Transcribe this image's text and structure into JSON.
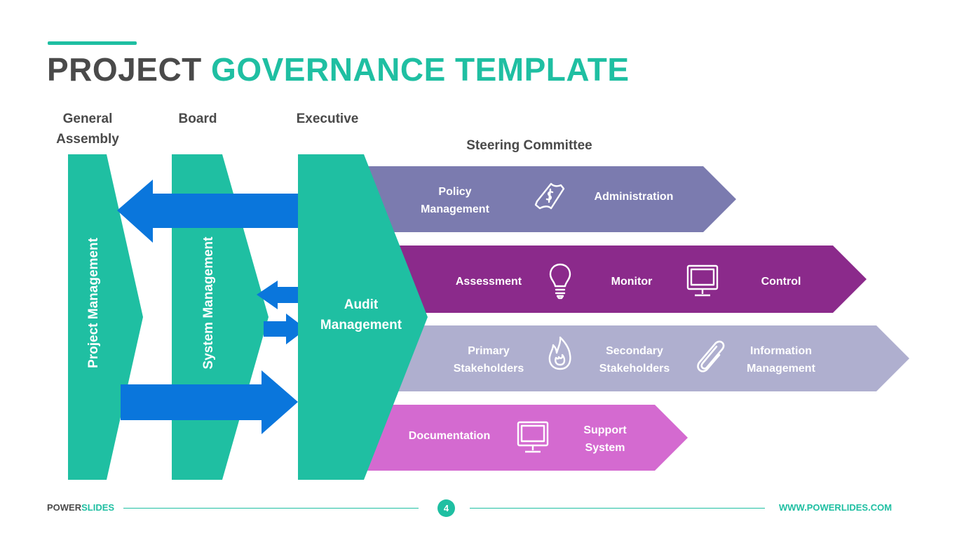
{
  "title": {
    "part1": "PROJECT",
    "part2": "GOVERNANCE TEMPLATE"
  },
  "columns": {
    "general_assembly": "General Assembly",
    "board": "Board",
    "executive": "Executive",
    "steering_committee": "Steering Committee"
  },
  "vertical_labels": {
    "project_management": "Project Management",
    "system_management": "System Management"
  },
  "audit": {
    "line1": "Audit",
    "line2": "Management"
  },
  "rows": [
    {
      "color": "#7b7baf",
      "items": [
        "Policy Management",
        "Administration"
      ],
      "icons": [
        "money-icon"
      ]
    },
    {
      "color": "#8b2a8b",
      "items": [
        "Assessment",
        "Monitor",
        "Control"
      ],
      "icons": [
        "lightbulb-icon",
        "monitor-icon"
      ]
    },
    {
      "color": "#afafcf",
      "items": [
        "Primary Stakeholders",
        "Secondary Stakeholders",
        "Information Management"
      ],
      "icons": [
        "fire-icon",
        "paperclip-icon"
      ]
    },
    {
      "color": "#d46ad0",
      "items": [
        "Documentation",
        "Support System"
      ],
      "icons": [
        "monitor-icon"
      ]
    }
  ],
  "colors": {
    "teal": "#1fbfa2",
    "blue": "#0a76dc",
    "dark": "#4a4a4a"
  },
  "footer": {
    "brand1": "POWER",
    "brand2": "SLIDES",
    "page": "4",
    "url": "WWW.POWERLIDES.COM"
  }
}
